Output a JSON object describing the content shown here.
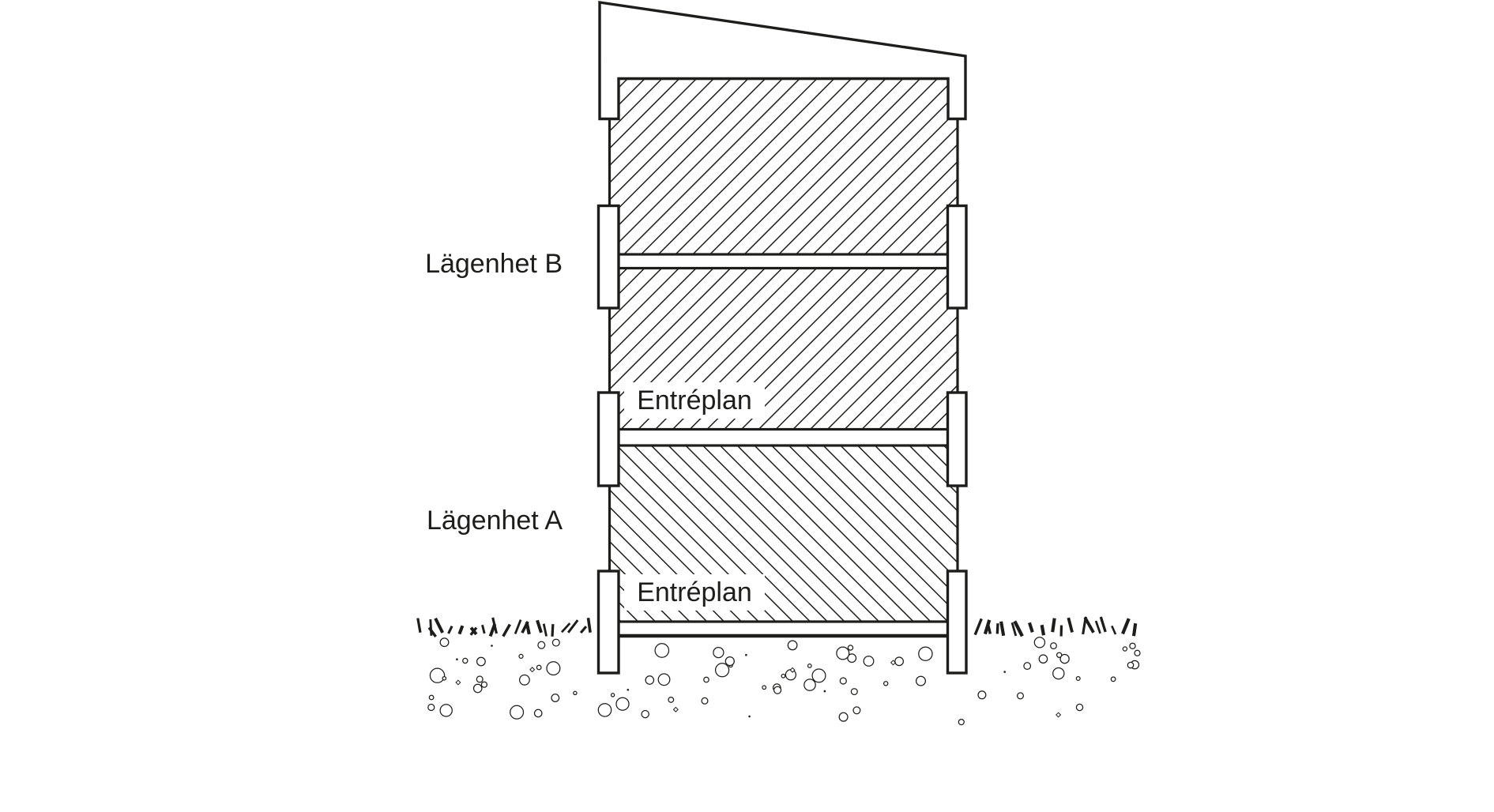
{
  "diagram": {
    "apartment_b_label": "Lägenhet B",
    "apartment_a_label": "Lägenhet A",
    "entreplan_upper_label": "Entréplan",
    "entreplan_lower_label": "Entréplan"
  },
  "colors": {
    "line": "#1d1d1b",
    "background": "#ffffff"
  }
}
